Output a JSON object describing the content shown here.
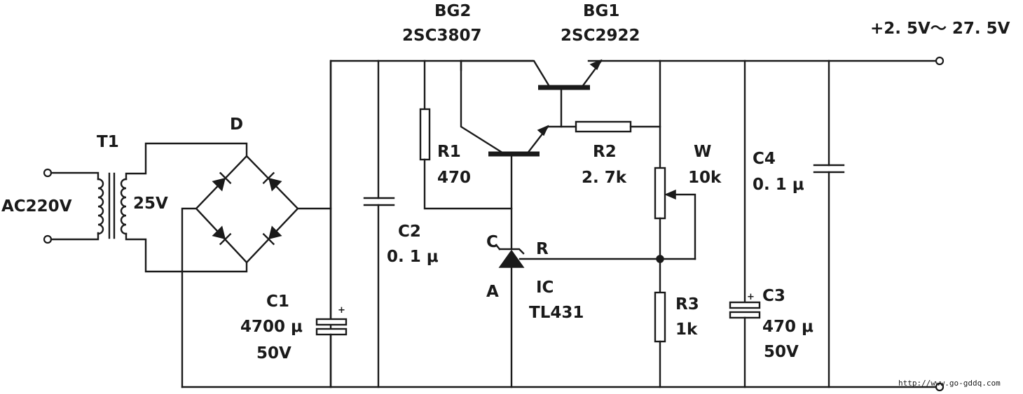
{
  "input": {
    "voltage": "AC220V"
  },
  "transformer": {
    "ref": "T1",
    "secondary": "25V"
  },
  "bridge": {
    "ref": "D"
  },
  "c1": {
    "ref": "C1",
    "value": "4700 μ",
    "rating": "50V"
  },
  "c2": {
    "ref": "C2",
    "value": "0. 1 μ"
  },
  "r1": {
    "ref": "R1",
    "value": "470"
  },
  "bg2": {
    "ref": "BG2",
    "part": "2SC3807"
  },
  "bg1": {
    "ref": "BG1",
    "part": "2SC2922"
  },
  "r2": {
    "ref": "R2",
    "value": "2. 7k"
  },
  "w": {
    "ref": "W",
    "value": "10k"
  },
  "ic": {
    "ref": "IC",
    "part": "TL431",
    "pin_c": "C",
    "pin_a": "A",
    "pin_r": "R"
  },
  "r3": {
    "ref": "R3",
    "value": "1k"
  },
  "c4": {
    "ref": "C4",
    "value": "0. 1 μ"
  },
  "c3": {
    "ref": "C3",
    "value": "470 μ",
    "rating": "50V"
  },
  "output": {
    "range": "+2. 5V～ 27. 5V"
  },
  "watermark": "http://www.go-gddq.com"
}
